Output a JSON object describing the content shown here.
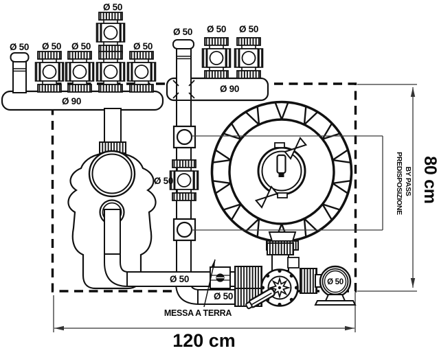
{
  "drawing": {
    "pipe_labels": {
      "d50": "Ø 50",
      "d90": "Ø 90"
    },
    "dimensions": {
      "width": "120 cm",
      "height": "80 cm"
    },
    "notes": {
      "grounding": "MESSA A TERRA",
      "bypass_line1": "PREDISPOSIZIONE",
      "bypass_line2": "BY PASS"
    }
  }
}
